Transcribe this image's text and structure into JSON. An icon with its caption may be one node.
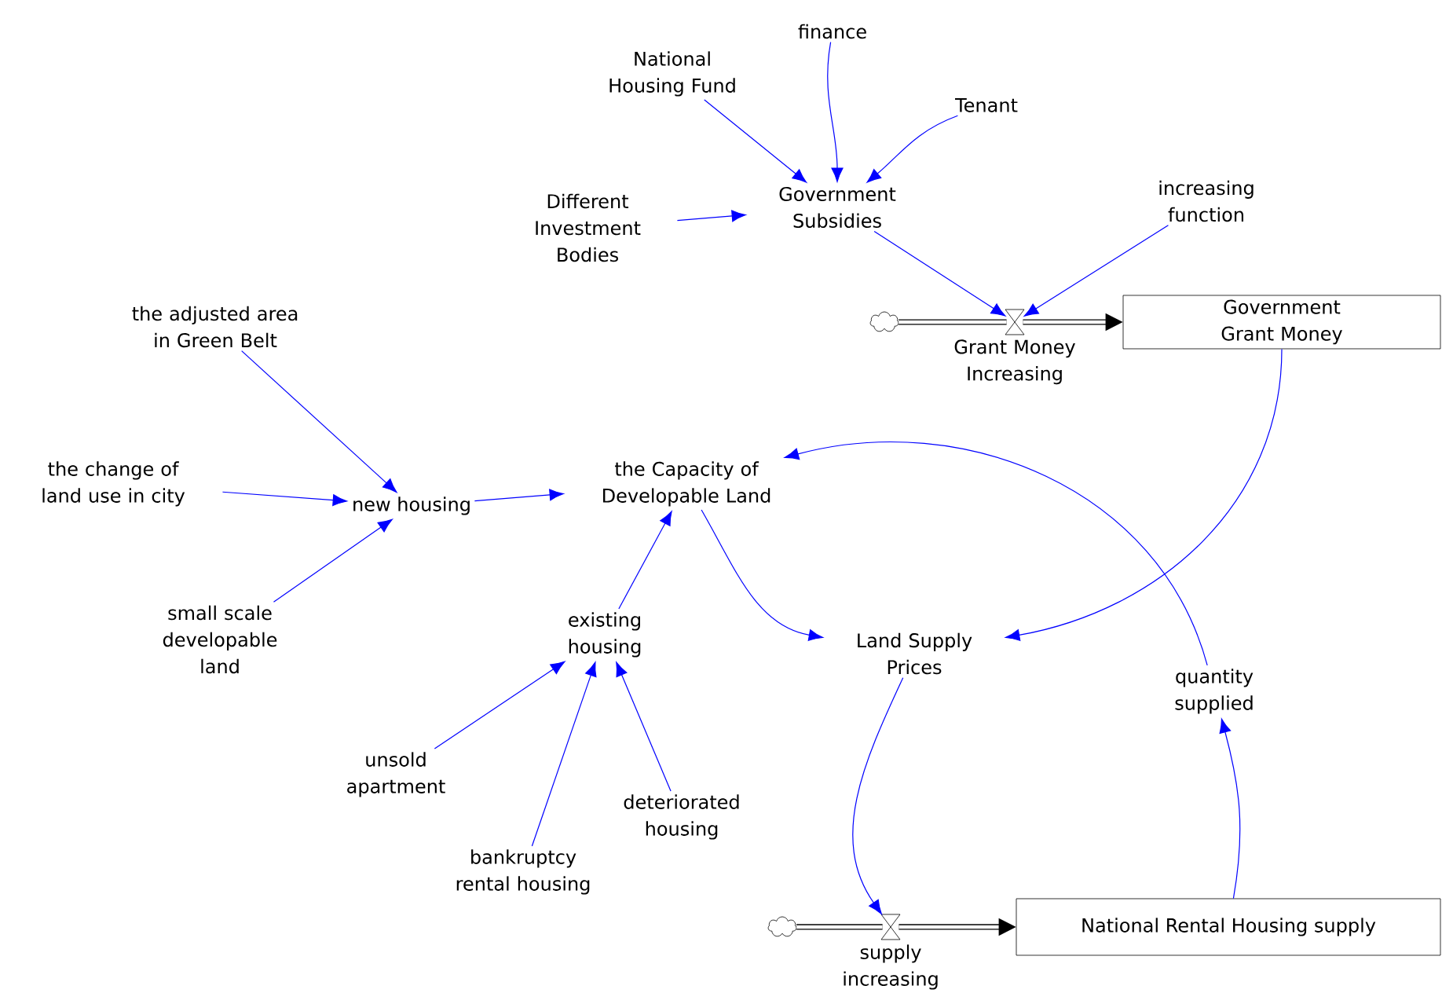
{
  "diagram": {
    "nodes": [
      {
        "text": [
          "finance"
        ]
      },
      {
        "text": [
          "National Housing Fund"
        ]
      },
      {
        "text": [
          "Tenant"
        ]
      },
      {
        "text": [
          "Different Investment Bodies"
        ]
      },
      {
        "text": [
          "Government Subsidies"
        ]
      },
      {
        "text": [
          "increasing function"
        ]
      },
      {
        "text": [],
        "shape": "cloud"
      },
      {
        "text": [
          "Grant Money Increasing"
        ]
      },
      {
        "text": [
          "Government Grant Money"
        ]
      },
      {
        "text": [
          "the adjusted area in Green Belt"
        ]
      },
      {
        "text": [
          "the change of land use in city"
        ]
      },
      {
        "text": [
          "new housing"
        ]
      },
      {
        "text": [
          "the Capacity of Developable Land"
        ]
      },
      {
        "text": [
          "small scale developable land"
        ]
      },
      {
        "text": [
          "existing housing"
        ]
      },
      {
        "text": [
          "Land Supply Prices"
        ]
      },
      {
        "text": [
          "quantity supplied"
        ]
      },
      {
        "text": [
          "unsold apartment"
        ]
      },
      {
        "text": [
          "deteriorated housing"
        ]
      },
      {
        "text": [
          "bankruptcy rental housing"
        ]
      },
      {
        "text": [],
        "shape": "cloud"
      },
      {
        "text": [
          "supply increasing"
        ]
      },
      {
        "text": [
          "National Rental Housing supply"
        ]
      }
    ],
    "edges": [
      {
        "from": 1,
        "to": 4,
        "arrow": "to"
      },
      {
        "from": 0,
        "to": 4,
        "arrow": "to"
      },
      {
        "from": 2,
        "to": 4,
        "arrow": "to"
      },
      {
        "from": 3,
        "to": 4,
        "arrow": "to"
      },
      {
        "from": 4,
        "to": 7,
        "arrow": "to"
      },
      {
        "from": 5,
        "to": 7,
        "arrow": "to"
      },
      {
        "from": 6,
        "to": 7,
        "arrow": "none",
        "style": "thick",
        "color": "#000000"
      },
      {
        "from": 7,
        "to": 8,
        "arrow": "to",
        "style": "thick",
        "color": "#000000"
      },
      {
        "from": 8,
        "to": 15,
        "arrow": "to"
      },
      {
        "from": 9,
        "to": 11,
        "arrow": "to"
      },
      {
        "from": 10,
        "to": 11,
        "arrow": "to"
      },
      {
        "from": 13,
        "to": 11,
        "arrow": "to"
      },
      {
        "from": 11,
        "to": 12,
        "arrow": "to"
      },
      {
        "from": 14,
        "to": 12,
        "arrow": "to"
      },
      {
        "from": 17,
        "to": 14,
        "arrow": "to"
      },
      {
        "from": 19,
        "to": 14,
        "arrow": "to"
      },
      {
        "from": 18,
        "to": 14,
        "arrow": "to"
      },
      {
        "from": 12,
        "to": 15,
        "arrow": "to"
      },
      {
        "from": 15,
        "to": 21,
        "arrow": "to"
      },
      {
        "from": 20,
        "to": 21,
        "arrow": "none",
        "style": "thick",
        "color": "#000000"
      },
      {
        "from": 21,
        "to": 22,
        "arrow": "to",
        "style": "thick",
        "color": "#000000"
      },
      {
        "from": 22,
        "to": 16,
        "arrow": "to"
      },
      {
        "from": 16,
        "to": 12,
        "arrow": "to"
      }
    ]
  }
}
